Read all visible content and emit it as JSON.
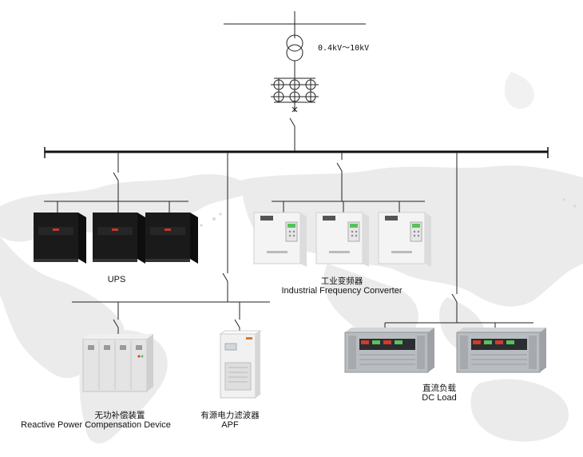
{
  "transformer": {
    "rating": "0.4kV～10kV"
  },
  "devices": {
    "ups": {
      "label": "UPS"
    },
    "converter": {
      "label_cn": "工业变频器",
      "label_en": "Industrial Frequency Converter"
    },
    "reactive": {
      "label_cn": "无功补偿装置",
      "label_en": "Reactive Power Compensation Device"
    },
    "apf": {
      "label_cn": "有源电力滤波器",
      "label_en": "APF"
    },
    "dc_load": {
      "label_cn": "直流负载",
      "label_en": "DC Load"
    }
  },
  "colors": {
    "line": "#222222",
    "map": "#e9e9e9",
    "cabinet_dark": "#1c1c1c",
    "cabinet_light": "#f2f2f2",
    "rack": "#b9bcc0",
    "accent_orange": "#d9792a",
    "led_green": "#58c25a",
    "led_red": "#d23a2a"
  }
}
